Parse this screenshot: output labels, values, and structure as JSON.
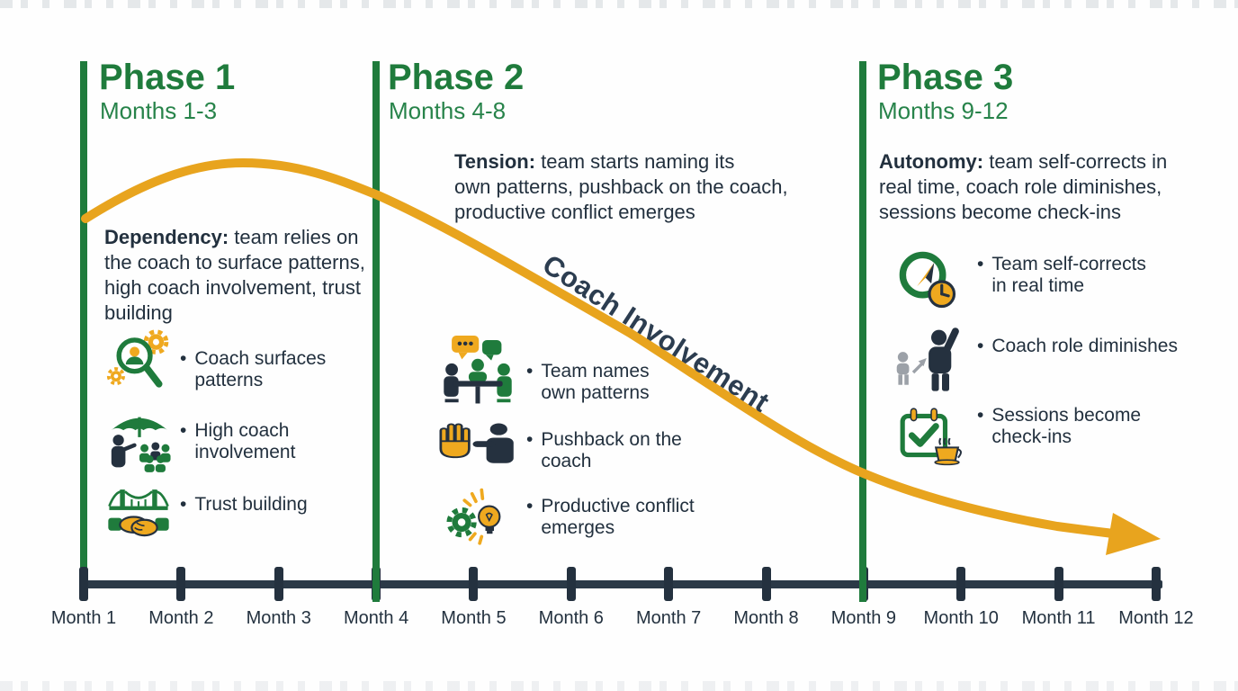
{
  "colors": {
    "green": "#1F7B3C",
    "green_subtle": "#27834A",
    "gold": "#E8A41E",
    "navy": "#25313F",
    "text": "#22303E",
    "gray_person": "#9CA1A8"
  },
  "ui": {
    "bullet_glyph": "•"
  },
  "curve_label": "Coach Involvement",
  "phases": [
    {
      "title": "Phase 1",
      "subtitle": "Months 1-3",
      "desc": {
        "lead": "Dependency:",
        "line1": " team relies on",
        "line2": "the coach to surface patterns,",
        "line3": "high coach involvement, trust",
        "line4": "building"
      },
      "bullets": [
        {
          "icon": "magnifier-person-gears-icon",
          "line1": "Coach surfaces",
          "line2": "patterns"
        },
        {
          "icon": "umbrella-audience-icon",
          "line1": "High coach",
          "line2": "involvement"
        },
        {
          "icon": "bridge-handshake-icon",
          "line1": "Trust building",
          "line2": ""
        }
      ]
    },
    {
      "title": "Phase 2",
      "subtitle": "Months 4-8",
      "desc": {
        "lead": "Tension:",
        "line1": " team starts naming its",
        "line2": "own patterns, pushback on the coach,",
        "line3": "productive conflict emerges",
        "line4": ""
      },
      "bullets": [
        {
          "icon": "team-meeting-icon",
          "line1": "Team names",
          "line2": "own patterns"
        },
        {
          "icon": "stop-hand-icon",
          "line1": "Pushback on the",
          "line2": "coach"
        },
        {
          "icon": "gear-lightbulb-icon",
          "line1": "Productive conflict",
          "line2": "emerges"
        }
      ]
    },
    {
      "title": "Phase 3",
      "subtitle": "Months 9-12",
      "desc": {
        "lead": "Autonomy:",
        "line1": " team self-corrects in",
        "line2": "real time, coach role diminishes,",
        "line3": "sessions become check-ins",
        "line4": ""
      },
      "bullets": [
        {
          "icon": "compass-clock-icon",
          "line1": "Team self-corrects",
          "line2": "in real time"
        },
        {
          "icon": "shrinking-coach-icon",
          "line1": "Coach role diminishes",
          "line2": ""
        },
        {
          "icon": "calendar-check-cup-icon",
          "line1": "Sessions become",
          "line2": "check-ins"
        }
      ]
    }
  ],
  "timeline": {
    "months": [
      "Month 1",
      "Month 2",
      "Month 3",
      "Month 4",
      "Month 5",
      "Month 6",
      "Month 7",
      "Month 8",
      "Month 9",
      "Month 10",
      "Month 11",
      "Month 12"
    ]
  }
}
